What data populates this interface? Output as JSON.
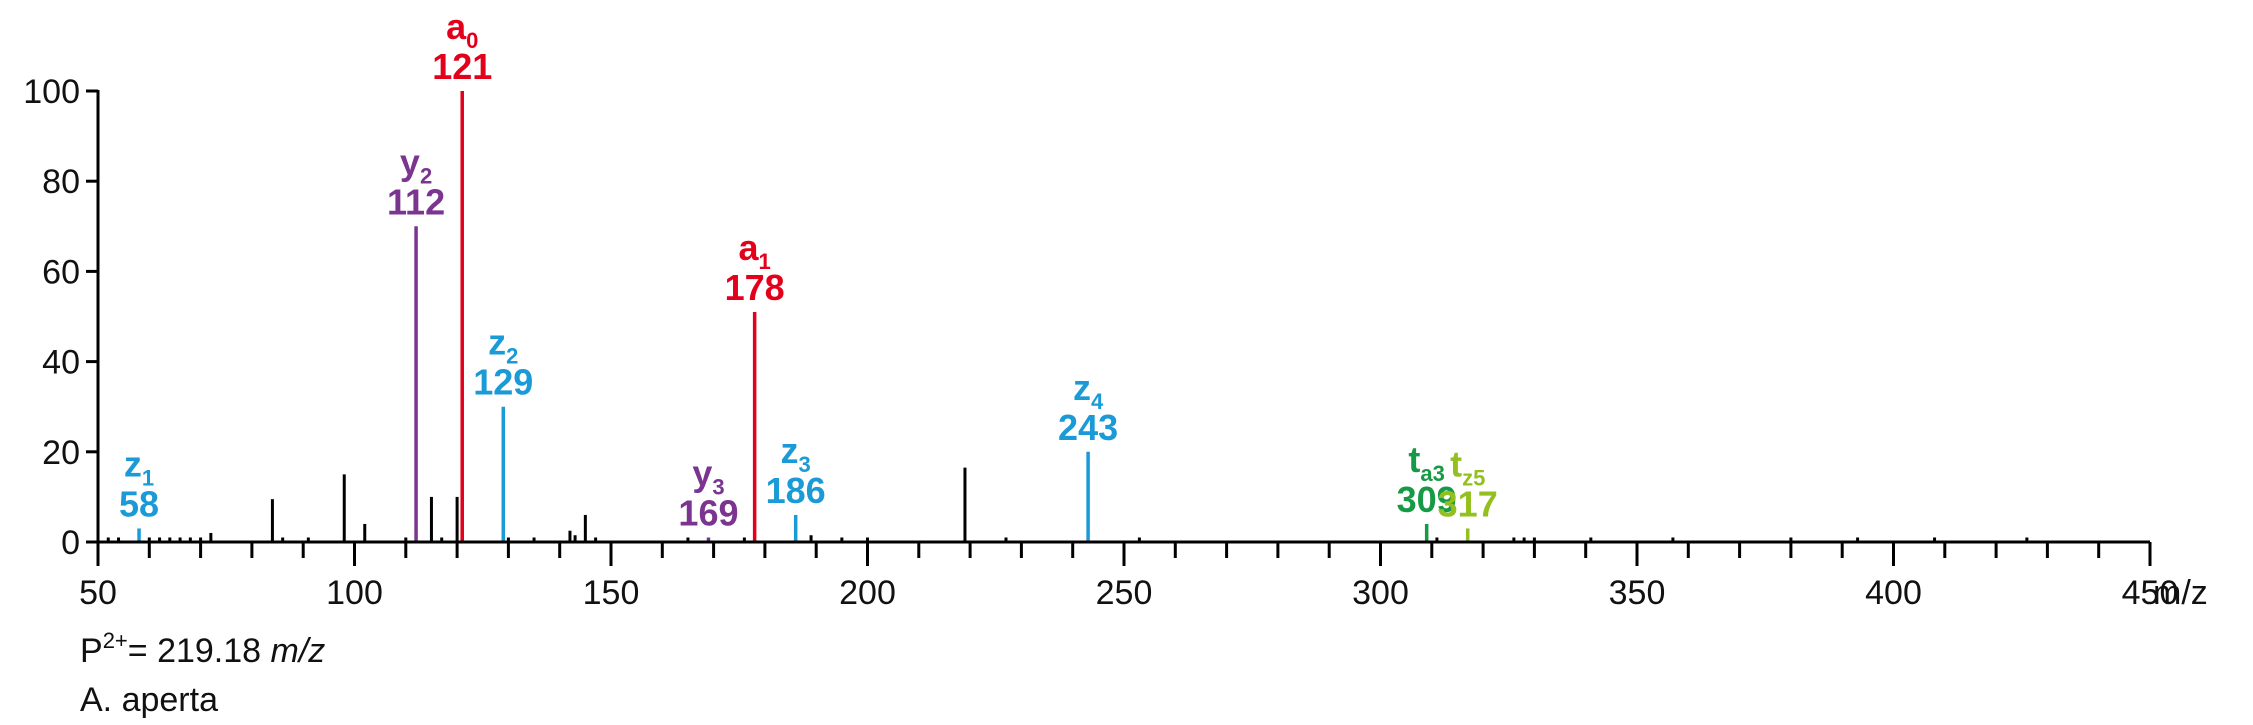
{
  "chart_data": {
    "type": "bar",
    "title": "",
    "xlabel": "m/z",
    "ylabel": "",
    "xlim": [
      50,
      450
    ],
    "ylim": [
      0,
      100
    ],
    "x_ticks": [
      50,
      100,
      150,
      200,
      250,
      300,
      350,
      400,
      450
    ],
    "x_tick_labels": [
      "50",
      "100",
      "150",
      "200",
      "250",
      "300",
      "350",
      "400",
      "450"
    ],
    "y_ticks": [
      0,
      20,
      40,
      60,
      80,
      100
    ],
    "y_tick_labels": [
      "0",
      "20",
      "40",
      "60",
      "80",
      "100"
    ],
    "colors": {
      "unlabeled": "#000000",
      "a": "#e3001b",
      "y": "#7b3590",
      "z": "#1a9ad6",
      "ta": "#169a45",
      "tz": "#93c01f"
    },
    "labeled_peaks": [
      {
        "ion": "a",
        "sub": "0",
        "label": "121",
        "mz": 121,
        "intensity": 100,
        "ion_type": "a"
      },
      {
        "ion": "y",
        "sub": "2",
        "label": "112",
        "mz": 112,
        "intensity": 70,
        "ion_type": "y"
      },
      {
        "ion": "a",
        "sub": "1",
        "label": "178",
        "mz": 178,
        "intensity": 51,
        "ion_type": "a"
      },
      {
        "ion": "z",
        "sub": "2",
        "label": "129",
        "mz": 129,
        "intensity": 30,
        "ion_type": "z"
      },
      {
        "ion": "z",
        "sub": "4",
        "label": "243",
        "mz": 243,
        "intensity": 20,
        "ion_type": "z"
      },
      {
        "ion": "z",
        "sub": "1",
        "label": "58",
        "mz": 58,
        "intensity": 3,
        "ion_type": "z"
      },
      {
        "ion": "y",
        "sub": "3",
        "label": "169",
        "mz": 169,
        "intensity": 1,
        "ion_type": "y"
      },
      {
        "ion": "z",
        "sub": "3",
        "label": "186",
        "mz": 186,
        "intensity": 6,
        "ion_type": "z"
      },
      {
        "ion": "t",
        "sub": "a3",
        "label": "309",
        "mz": 309,
        "intensity": 4,
        "ion_type": "ta"
      },
      {
        "ion": "t",
        "sub": "z5",
        "label": "317",
        "mz": 317,
        "intensity": 3,
        "ion_type": "tz"
      }
    ],
    "unlabeled_peaks": [
      {
        "mz": 52,
        "intensity": 1
      },
      {
        "mz": 54,
        "intensity": 1
      },
      {
        "mz": 60,
        "intensity": 1
      },
      {
        "mz": 62,
        "intensity": 1
      },
      {
        "mz": 64,
        "intensity": 1
      },
      {
        "mz": 66,
        "intensity": 1
      },
      {
        "mz": 68,
        "intensity": 1
      },
      {
        "mz": 70,
        "intensity": 1
      },
      {
        "mz": 72,
        "intensity": 2
      },
      {
        "mz": 84,
        "intensity": 9.5
      },
      {
        "mz": 86,
        "intensity": 1
      },
      {
        "mz": 91,
        "intensity": 1
      },
      {
        "mz": 98,
        "intensity": 15
      },
      {
        "mz": 102,
        "intensity": 4
      },
      {
        "mz": 110,
        "intensity": 1
      },
      {
        "mz": 115,
        "intensity": 10
      },
      {
        "mz": 117,
        "intensity": 1
      },
      {
        "mz": 120,
        "intensity": 10
      },
      {
        "mz": 130,
        "intensity": 1
      },
      {
        "mz": 135,
        "intensity": 1
      },
      {
        "mz": 142,
        "intensity": 2.5
      },
      {
        "mz": 143,
        "intensity": 1.5
      },
      {
        "mz": 145,
        "intensity": 6
      },
      {
        "mz": 147,
        "intensity": 1
      },
      {
        "mz": 165,
        "intensity": 1
      },
      {
        "mz": 176,
        "intensity": 1
      },
      {
        "mz": 189,
        "intensity": 1.5
      },
      {
        "mz": 195,
        "intensity": 1
      },
      {
        "mz": 200,
        "intensity": 1
      },
      {
        "mz": 219,
        "intensity": 16.5
      },
      {
        "mz": 227,
        "intensity": 1
      },
      {
        "mz": 253,
        "intensity": 1
      },
      {
        "mz": 311,
        "intensity": 1
      },
      {
        "mz": 326,
        "intensity": 1
      },
      {
        "mz": 328,
        "intensity": 1
      },
      {
        "mz": 330,
        "intensity": 1
      },
      {
        "mz": 341,
        "intensity": 1
      },
      {
        "mz": 357,
        "intensity": 1
      },
      {
        "mz": 380,
        "intensity": 1
      },
      {
        "mz": 393,
        "intensity": 1
      },
      {
        "mz": 408,
        "intensity": 1
      },
      {
        "mz": 426,
        "intensity": 1
      }
    ]
  },
  "precursor": {
    "prefix": "P",
    "charge": "2+",
    "equals_value": "= 219.18",
    "unit": "m/z"
  },
  "species": "A. aperta"
}
